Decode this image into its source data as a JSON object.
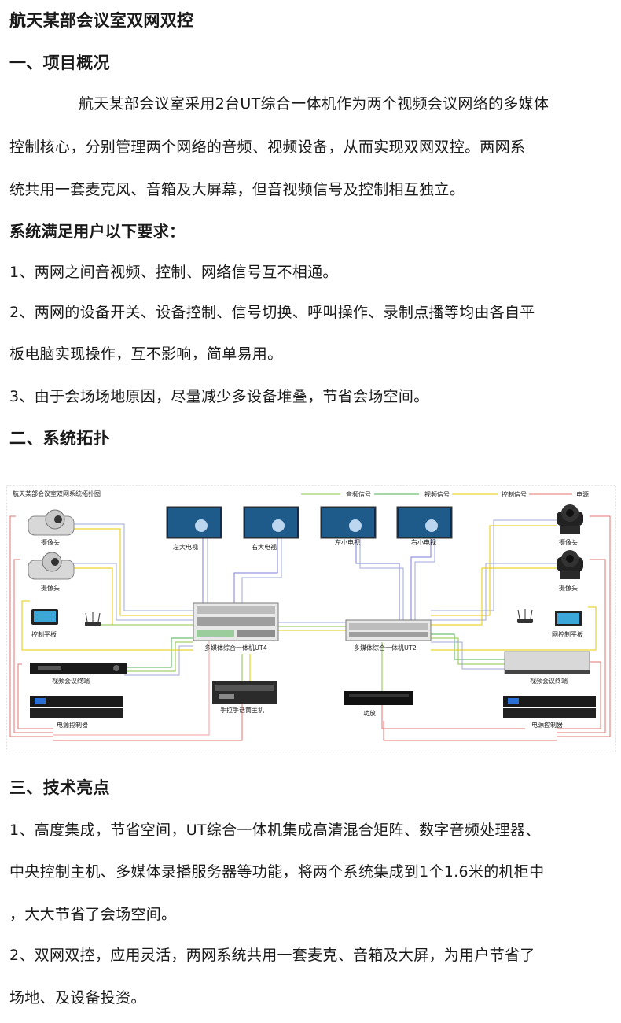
{
  "title": "航天某部会议室双网双控",
  "section1": {
    "heading": "一、项目概况",
    "para_lines": [
      "航天某部会议室采用2台UT综合一体机作为两个视频会议网络的多媒体",
      "控制核心，分别管理两个网络的音频、视频设备，从而实现双网双控。两网系",
      "统共用一套麦克风、音箱及大屏幕，但音视频信号及控制相互独立。"
    ],
    "req_heading": "系统满足用户以下要求：",
    "req_lines": [
      "1、两网之间音视频、控制、网络信号互不相通。",
      "2、两网的设备开关、设备控制、信号切换、呼叫操作、录制点播等均由各自平",
      "板电脑实现操作，互不影响，简单易用。",
      "3、由于会场场地原因，尽量减少多设备堆叠，节省会场空间。"
    ]
  },
  "section2": {
    "heading": "二、系统拓扑",
    "diagram": {
      "title": "航天某部会议室双网系统拓扑图",
      "legend": [
        "音频信号",
        "视频信号",
        "控制信号",
        "电源"
      ],
      "legend_colors": [
        "#8bc34a",
        "#4caf50",
        "#e6c800",
        "#e57373"
      ],
      "tvs": [
        "左大电视",
        "右大电视",
        "左小电视",
        "右小电视"
      ],
      "left_devices": [
        "摄像头",
        "摄像头",
        "控制平板",
        "视频会议终端",
        "电源控制器"
      ],
      "right_devices": [
        "摄像头",
        "摄像头",
        "网控制平板",
        "视频会议终端",
        "电源控制器"
      ],
      "center": [
        "多媒体综合一体机UT4",
        "多媒体综合一体机UT2",
        "手拉手话筒主机",
        "功放"
      ]
    }
  },
  "section3": {
    "heading": "三、技术亮点",
    "lines": [
      "1、高度集成，节省空间，UT综合一体机集成高清混合矩阵、数字音频处理器、",
      "中央控制主机、多媒体录播服务器等功能，将两个系统集成到1个1.6米的机柜中",
      "，大大节省了会场空间。",
      "2、双网双控，应用灵活，两网系统共用一套麦克、音箱及大屏，为用户节省了",
      "场地、及设备投资。"
    ]
  }
}
